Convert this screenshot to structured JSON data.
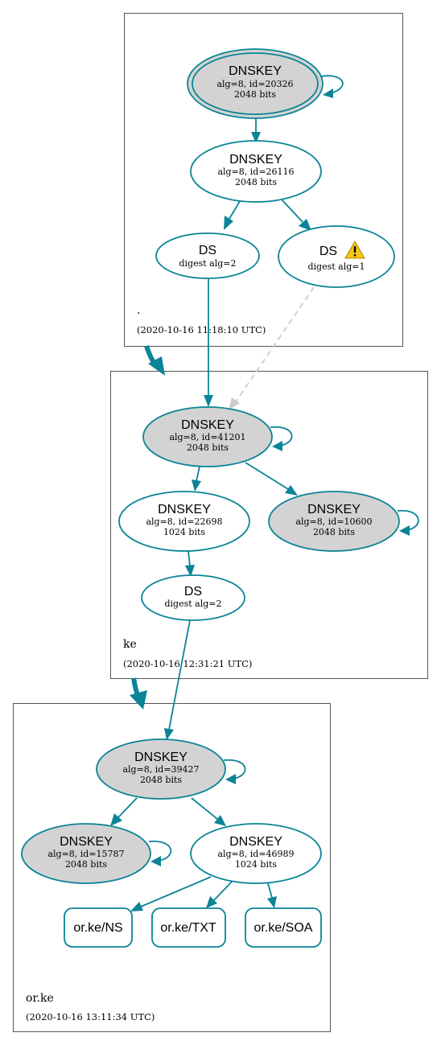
{
  "zones": [
    {
      "id": "root",
      "name": ".",
      "timestamp": "(2020-10-16 11:18:10 UTC)"
    },
    {
      "id": "ke",
      "name": "ke",
      "timestamp": "(2020-10-16 12:31:21 UTC)"
    },
    {
      "id": "orke",
      "name": "or.ke",
      "timestamp": "(2020-10-16 13:11:34 UTC)"
    }
  ],
  "nodes": {
    "root_ksk": {
      "title": "DNSKEY",
      "line1": "alg=8, id=20326",
      "line2": "2048 bits"
    },
    "root_zsk": {
      "title": "DNSKEY",
      "line1": "alg=8, id=26116",
      "line2": "2048 bits"
    },
    "root_ds2": {
      "title": "DS",
      "line1": "digest alg=2"
    },
    "root_ds1": {
      "title": "DS",
      "line1": "digest alg=1"
    },
    "ke_ksk": {
      "title": "DNSKEY",
      "line1": "alg=8, id=41201",
      "line2": "2048 bits"
    },
    "ke_zsk": {
      "title": "DNSKEY",
      "line1": "alg=8, id=22698",
      "line2": "1024 bits"
    },
    "ke_ksk2": {
      "title": "DNSKEY",
      "line1": "alg=8, id=10600",
      "line2": "2048 bits"
    },
    "ke_ds": {
      "title": "DS",
      "line1": "digest alg=2"
    },
    "orke_ksk": {
      "title": "DNSKEY",
      "line1": "alg=8, id=39427",
      "line2": "2048 bits"
    },
    "orke_ksk2": {
      "title": "DNSKEY",
      "line1": "alg=8, id=15787",
      "line2": "2048 bits"
    },
    "orke_zsk": {
      "title": "DNSKEY",
      "line1": "alg=8, id=46989",
      "line2": "1024 bits"
    }
  },
  "rrsets": {
    "ns": "or.ke/NS",
    "txt": "or.ke/TXT",
    "soa": "or.ke/SOA"
  },
  "colors": {
    "edge": "#0a8496",
    "sep_fill": "#d3d3d3",
    "dashed_edge": "#cccccc",
    "warning": "#f5c518"
  },
  "icons": {
    "warning": "warning-triangle-icon"
  }
}
